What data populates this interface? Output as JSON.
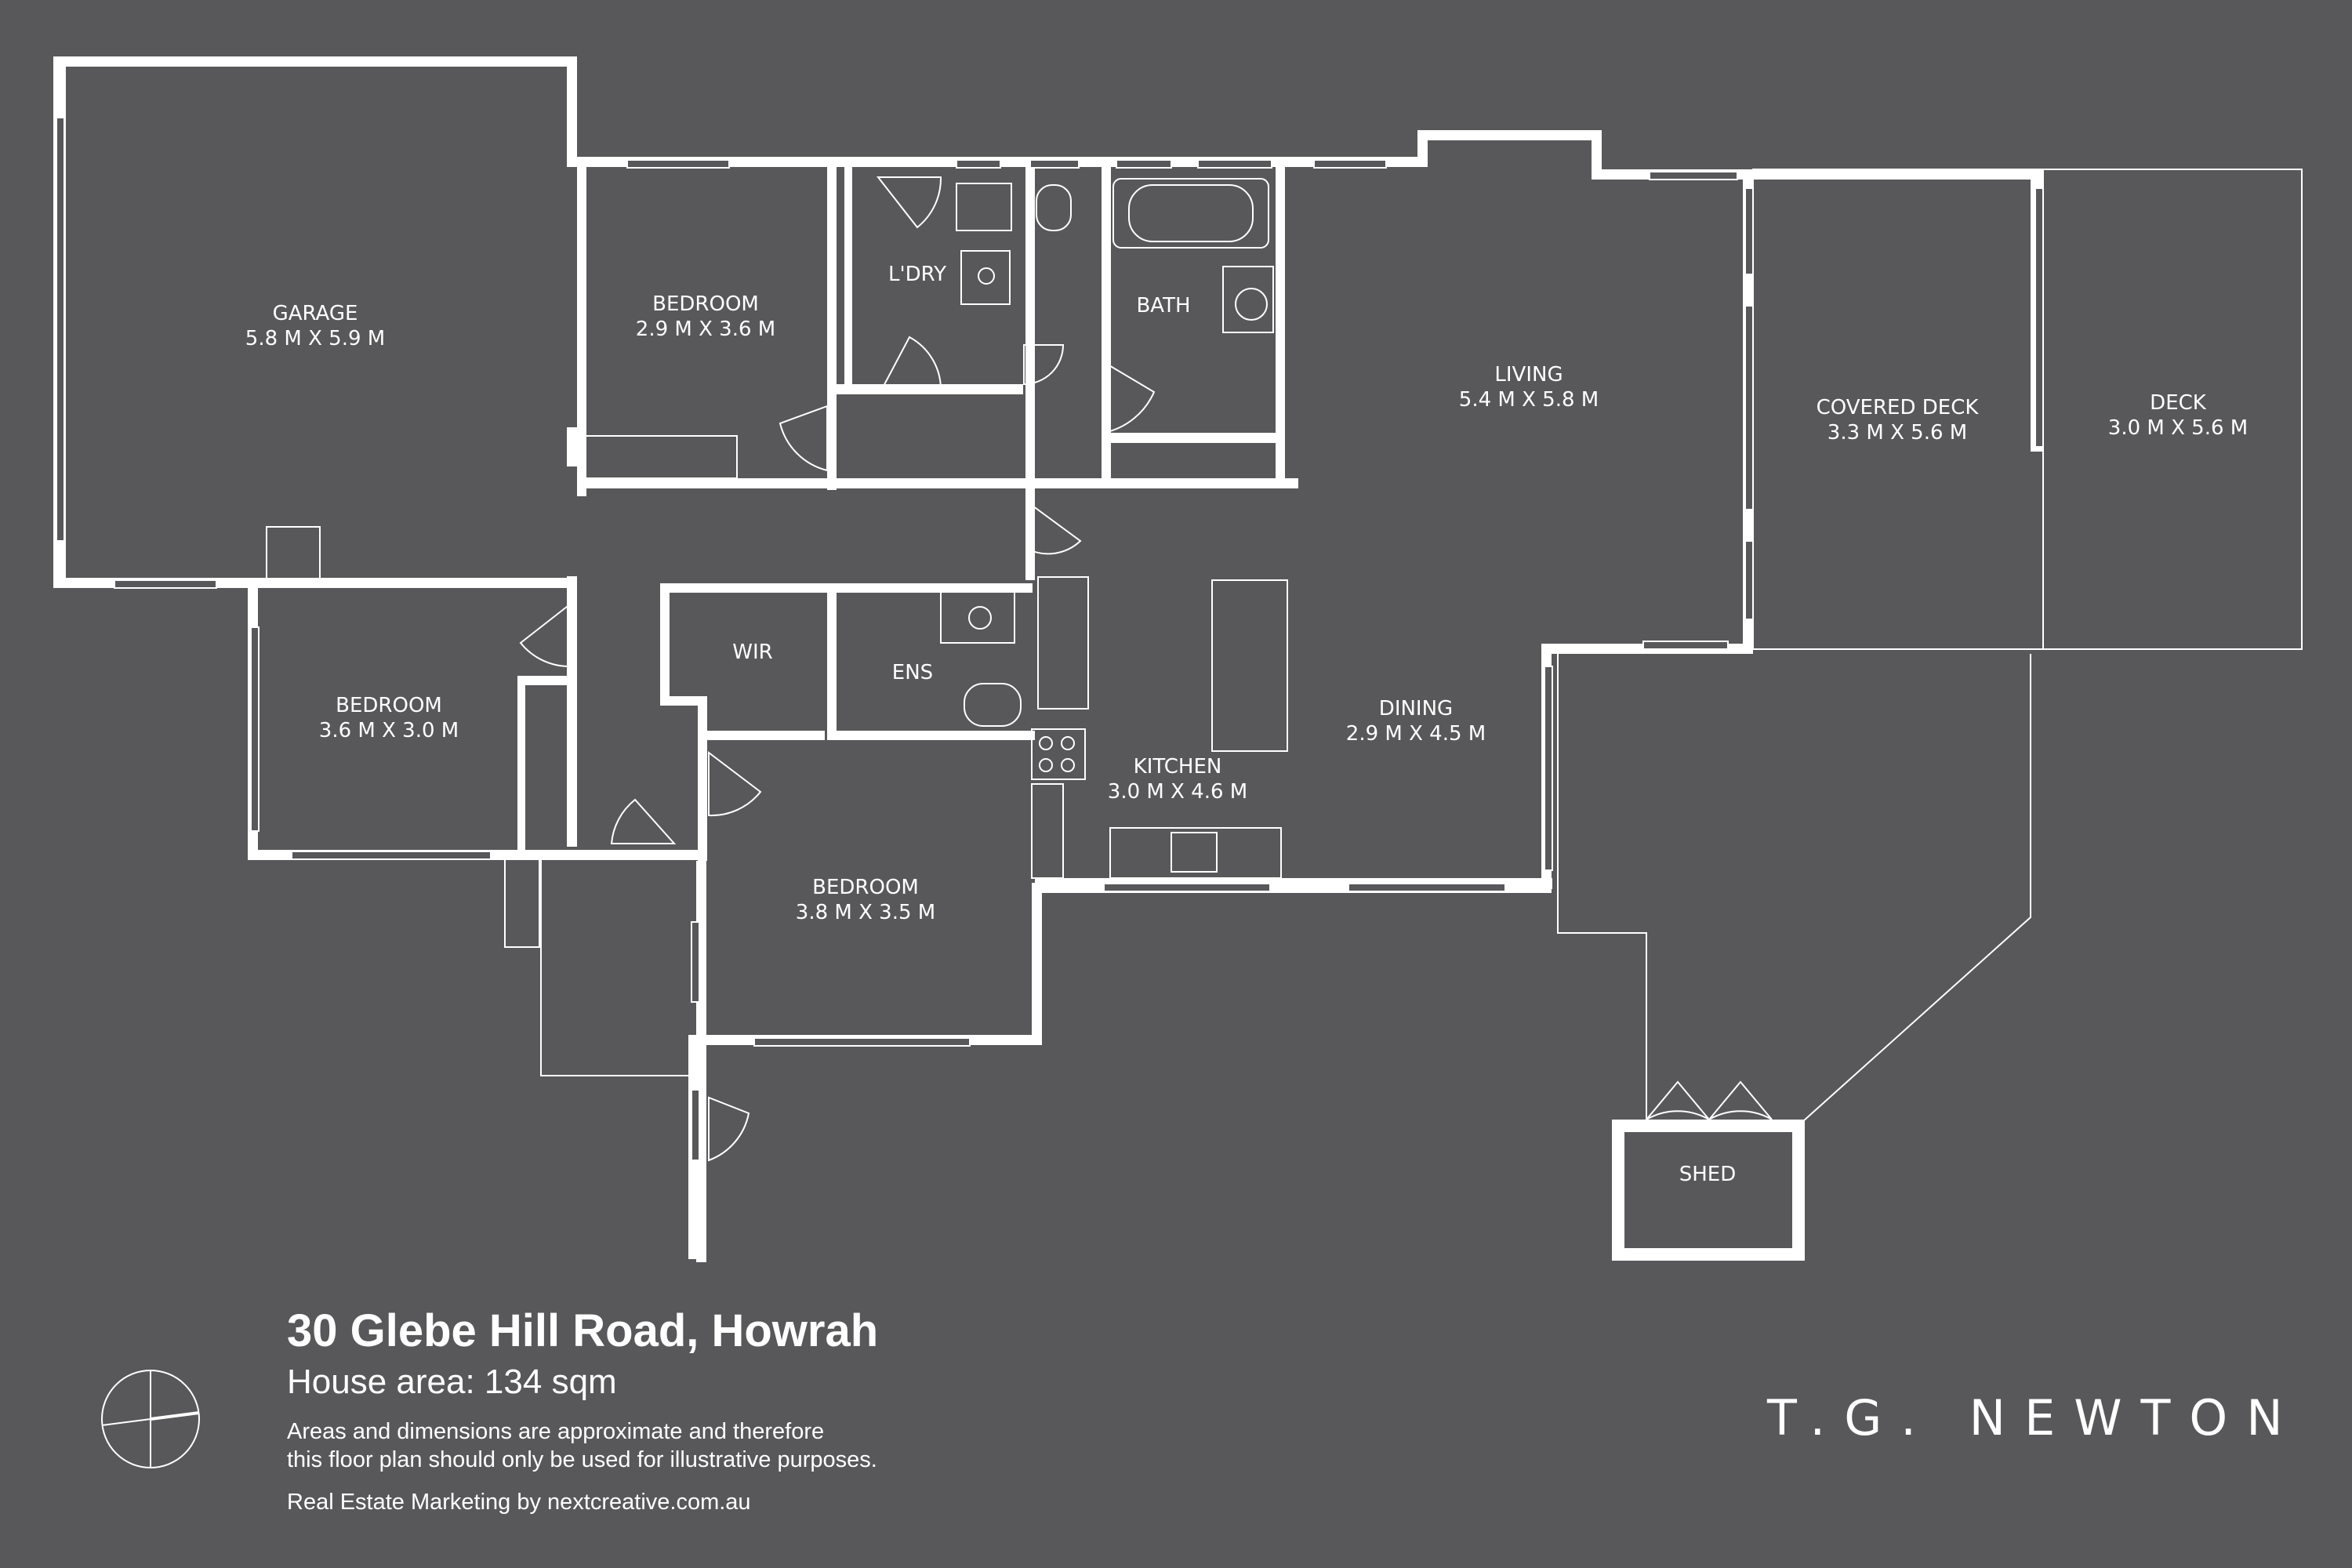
{
  "rooms": {
    "garage": {
      "name": "GARAGE",
      "dims": "5.8 M X 5.9 M"
    },
    "bedroom_top": {
      "name": "BEDROOM",
      "dims": "2.9 M X 3.6 M"
    },
    "laundry": {
      "name": "L'DRY"
    },
    "bath": {
      "name": "BATH"
    },
    "living": {
      "name": "LIVING",
      "dims": "5.4 M X 5.8 M"
    },
    "covered_deck": {
      "name": "COVERED DECK",
      "dims": "3.3 M X 5.6 M"
    },
    "deck": {
      "name": "DECK",
      "dims": "3.0 M X 5.6 M"
    },
    "bedroom_left": {
      "name": "BEDROOM",
      "dims": "3.6 M X 3.0 M"
    },
    "wir": {
      "name": "WIR"
    },
    "ensuite": {
      "name": "ENS"
    },
    "dining": {
      "name": "DINING",
      "dims": "2.9 M X 4.5 M"
    },
    "kitchen": {
      "name": "KITCHEN",
      "dims": "3.0 M X 4.6 M"
    },
    "bedroom_main": {
      "name": "BEDROOM",
      "dims": "3.8 M X 3.5 M"
    },
    "shed": {
      "name": "SHED"
    }
  },
  "footer": {
    "address": "30 Glebe Hill Road, Howrah",
    "house_area": "House area: 134 sqm",
    "disclaimer_line1": "Areas and dimensions are approximate and therefore",
    "disclaimer_line2": "this floor plan should only be used for illustrative purposes.",
    "credit": "Real Estate Marketing by nextcreative.com.au"
  },
  "brand": {
    "name": "T.G. NEWTON"
  },
  "colors": {
    "background": "#58585a",
    "lines": "#ffffff"
  },
  "icons": {
    "compass": "compass-icon"
  }
}
